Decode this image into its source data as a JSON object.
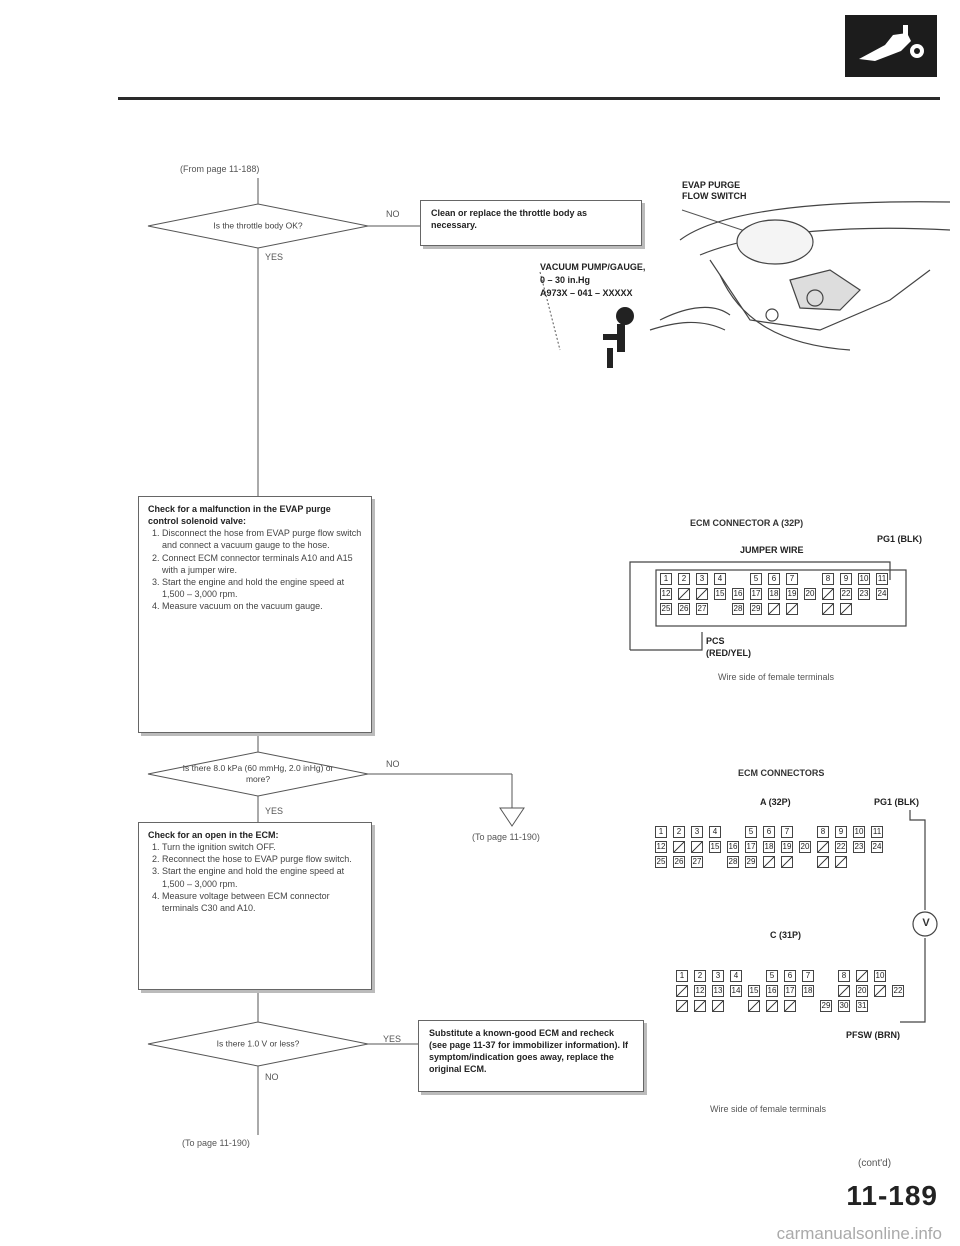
{
  "header": {
    "logo_icon": "engine-section-icon"
  },
  "flow": {
    "from_page": "(From page 11-188)",
    "q1": "Is the throttle body OK?",
    "q1_no": "NO",
    "q1_yes": "YES",
    "action_clean": "Clean or replace the throttle body as necessary.",
    "check1_title": "Check for a malfunction in the EVAP purge control solenoid valve:",
    "check1_steps": [
      "Disconnect the hose from EVAP purge flow switch and connect a vacuum gauge to the hose.",
      "Connect ECM connector terminals A10 and A15 with a jumper wire.",
      "Start the engine and hold the engine speed at 1,500 – 3,000 rpm.",
      "Measure vacuum on the vacuum gauge."
    ],
    "q2": "Is there 8.0 kPa (60 mmHg, 2.0 inHg) or more?",
    "q2_no": "NO",
    "q2_yes": "YES",
    "to_page_a": "(To page 11-190)",
    "check2_title": "Check for an open in the ECM:",
    "check2_steps": [
      "Turn the ignition switch OFF.",
      "Reconnect the hose to EVAP purge flow switch.",
      "Start the engine and hold the engine speed at 1,500 – 3,000 rpm.",
      "Measure voltage between ECM connector terminals C30 and A10."
    ],
    "q3": "Is there 1.0 V or less?",
    "q3_yes": "YES",
    "q3_no": "NO",
    "action_ecm": "Substitute a known-good ECM and recheck (see page 11-37 for immobilizer information). If symptom/indication goes away, replace the original ECM.",
    "to_page_b": "(To page 11-190)"
  },
  "illustration": {
    "evap_label": "EVAP PURGE FLOW SWITCH",
    "vacuum_label_1": "VACUUM PUMP/GAUGE,",
    "vacuum_label_2": "0 – 30 in.Hg",
    "vacuum_label_3": "A973X – 041 – XXXXX"
  },
  "connector1": {
    "title": "ECM CONNECTOR A (32P)",
    "jumper": "JUMPER WIRE",
    "pg1": "PG1 (BLK)",
    "pcs": "PCS",
    "pcs_color": "(RED/YEL)",
    "caption": "Wire side of female terminals",
    "row1": [
      "1",
      "2",
      "3",
      "4",
      "",
      "5",
      "6",
      "7",
      "",
      "8",
      "9",
      "10",
      "11"
    ],
    "row2": [
      "12",
      "/",
      "/",
      "15",
      "16",
      "17",
      "18",
      "19",
      "20",
      "/",
      "22",
      "23",
      "24"
    ],
    "row3": [
      "25",
      "26",
      "27",
      "",
      "28",
      "29",
      "/",
      "/",
      "",
      "/",
      "/"
    ]
  },
  "connector2": {
    "title": "ECM CONNECTORS",
    "a_label": "A (32P)",
    "pg1": "PG1 (BLK)",
    "c_label": "C (31P)",
    "pfsw": "PFSW (BRN)",
    "caption": "Wire side of female terminals",
    "meter_symbol": "V",
    "a_row1": [
      "1",
      "2",
      "3",
      "4",
      "",
      "5",
      "6",
      "7",
      "",
      "8",
      "9",
      "10",
      "11"
    ],
    "a_row2": [
      "12",
      "/",
      "/",
      "15",
      "16",
      "17",
      "18",
      "19",
      "20",
      "/",
      "22",
      "23",
      "24"
    ],
    "a_row3": [
      "25",
      "26",
      "27",
      "",
      "28",
      "29",
      "/",
      "/",
      "",
      "/",
      "/"
    ],
    "c_row1": [
      "1",
      "2",
      "3",
      "4",
      "",
      "5",
      "6",
      "7",
      "",
      "8",
      "/",
      "10"
    ],
    "c_row2": [
      "/",
      "12",
      "13",
      "14",
      "15",
      "16",
      "17",
      "18",
      "",
      "/",
      "20",
      "/",
      "22"
    ],
    "c_row3": [
      "/",
      "/",
      "/",
      "",
      "/",
      "/",
      "/",
      "",
      "29",
      "30",
      "31"
    ]
  },
  "footer": {
    "contd": "(cont'd)",
    "page_number": "11-189",
    "watermark": "carmanualsonline.info"
  }
}
